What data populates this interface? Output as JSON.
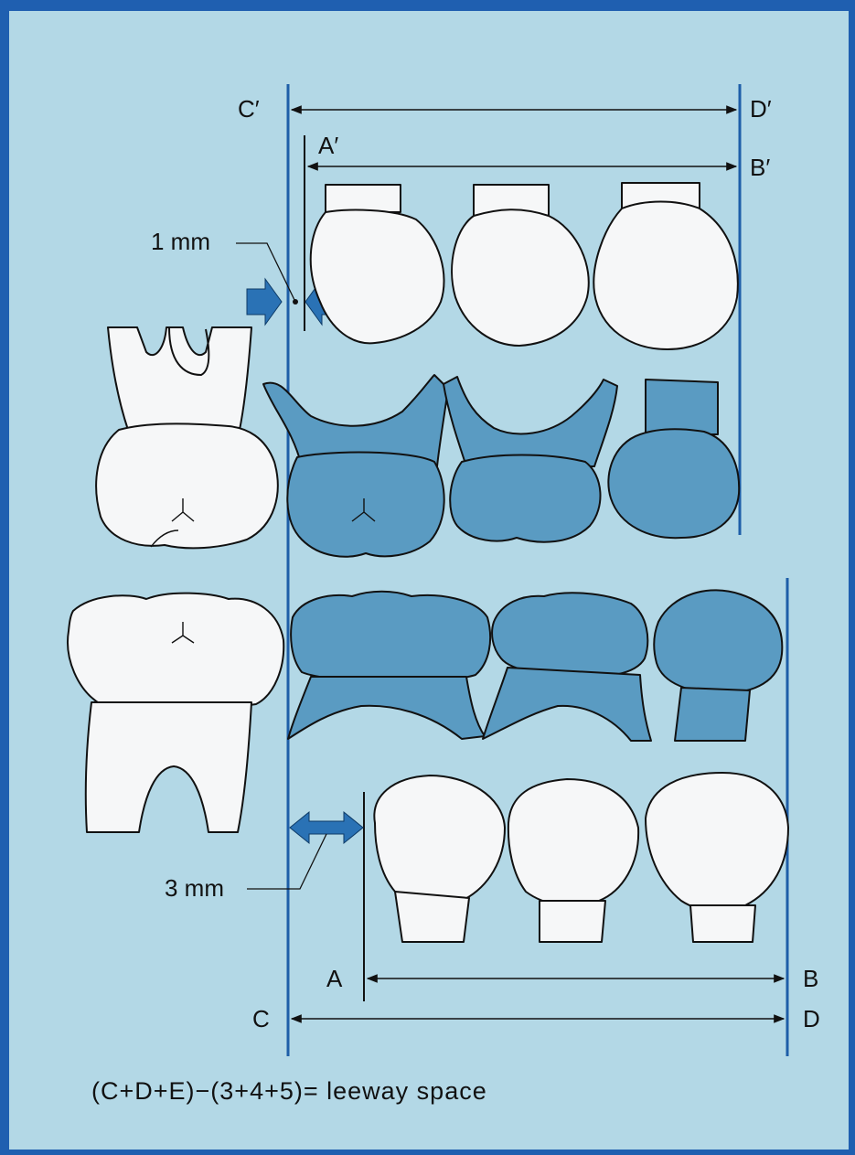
{
  "labels": {
    "c_prime": "C′",
    "d_prime": "D′",
    "a_prime": "A′",
    "b_prime": "B′",
    "one_mm": "1 mm",
    "three_mm": "3 mm",
    "a": "A",
    "b": "B",
    "c": "C",
    "d": "D"
  },
  "formula": "(C+D+E)−(3+4+5)= leeway space",
  "colors": {
    "outer_frame": "#1f5fb0",
    "background": "#b3d8e6",
    "primary_tooth": "#5a9bc2",
    "permanent_tooth": "#f6f7f8",
    "reference_line": "#1e5ea8",
    "arrow_fill": "#2a72b5"
  }
}
